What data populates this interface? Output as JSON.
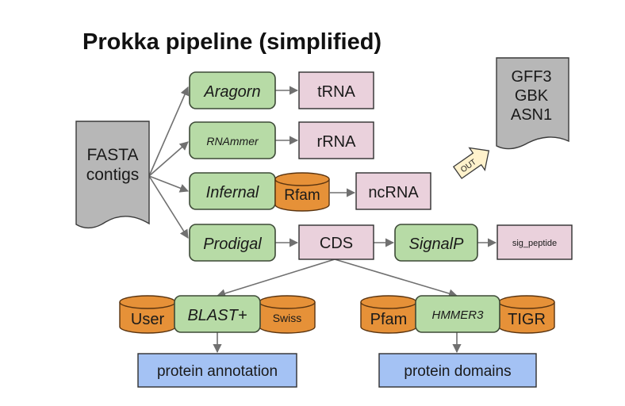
{
  "title": "Prokka pipeline (simplified)",
  "input": {
    "line1": "FASTA",
    "line2": "contigs"
  },
  "output_files": {
    "line1": "GFF3",
    "line2": "GBK",
    "line3": "ASN1"
  },
  "out_arrow_label": "OUT",
  "tools": {
    "aragorn": "Aragorn",
    "rnammer": "RNAmmer",
    "infernal": "Infernal",
    "prodigal": "Prodigal",
    "signalp": "SignalP",
    "blast": "BLAST+",
    "hmmer": "HMMER3"
  },
  "outputs": {
    "trna": "tRNA",
    "rrna": "rRNA",
    "ncrna": "ncRNA",
    "cds": "CDS",
    "sig_peptide": "sig_peptide"
  },
  "databases": {
    "rfam": "Rfam",
    "user": "User",
    "swiss": "Swiss",
    "pfam": "Pfam",
    "tigr": "TIGR"
  },
  "results": {
    "protein_annotation": "protein annotation",
    "protein_domains": "protein domains"
  },
  "colors": {
    "tool": "#b7dba6",
    "output": "#ead1dc",
    "database": "#e69138",
    "result": "#a4c2f4",
    "document": "#b7b7b7",
    "out_arrow": "#fff2cc"
  }
}
